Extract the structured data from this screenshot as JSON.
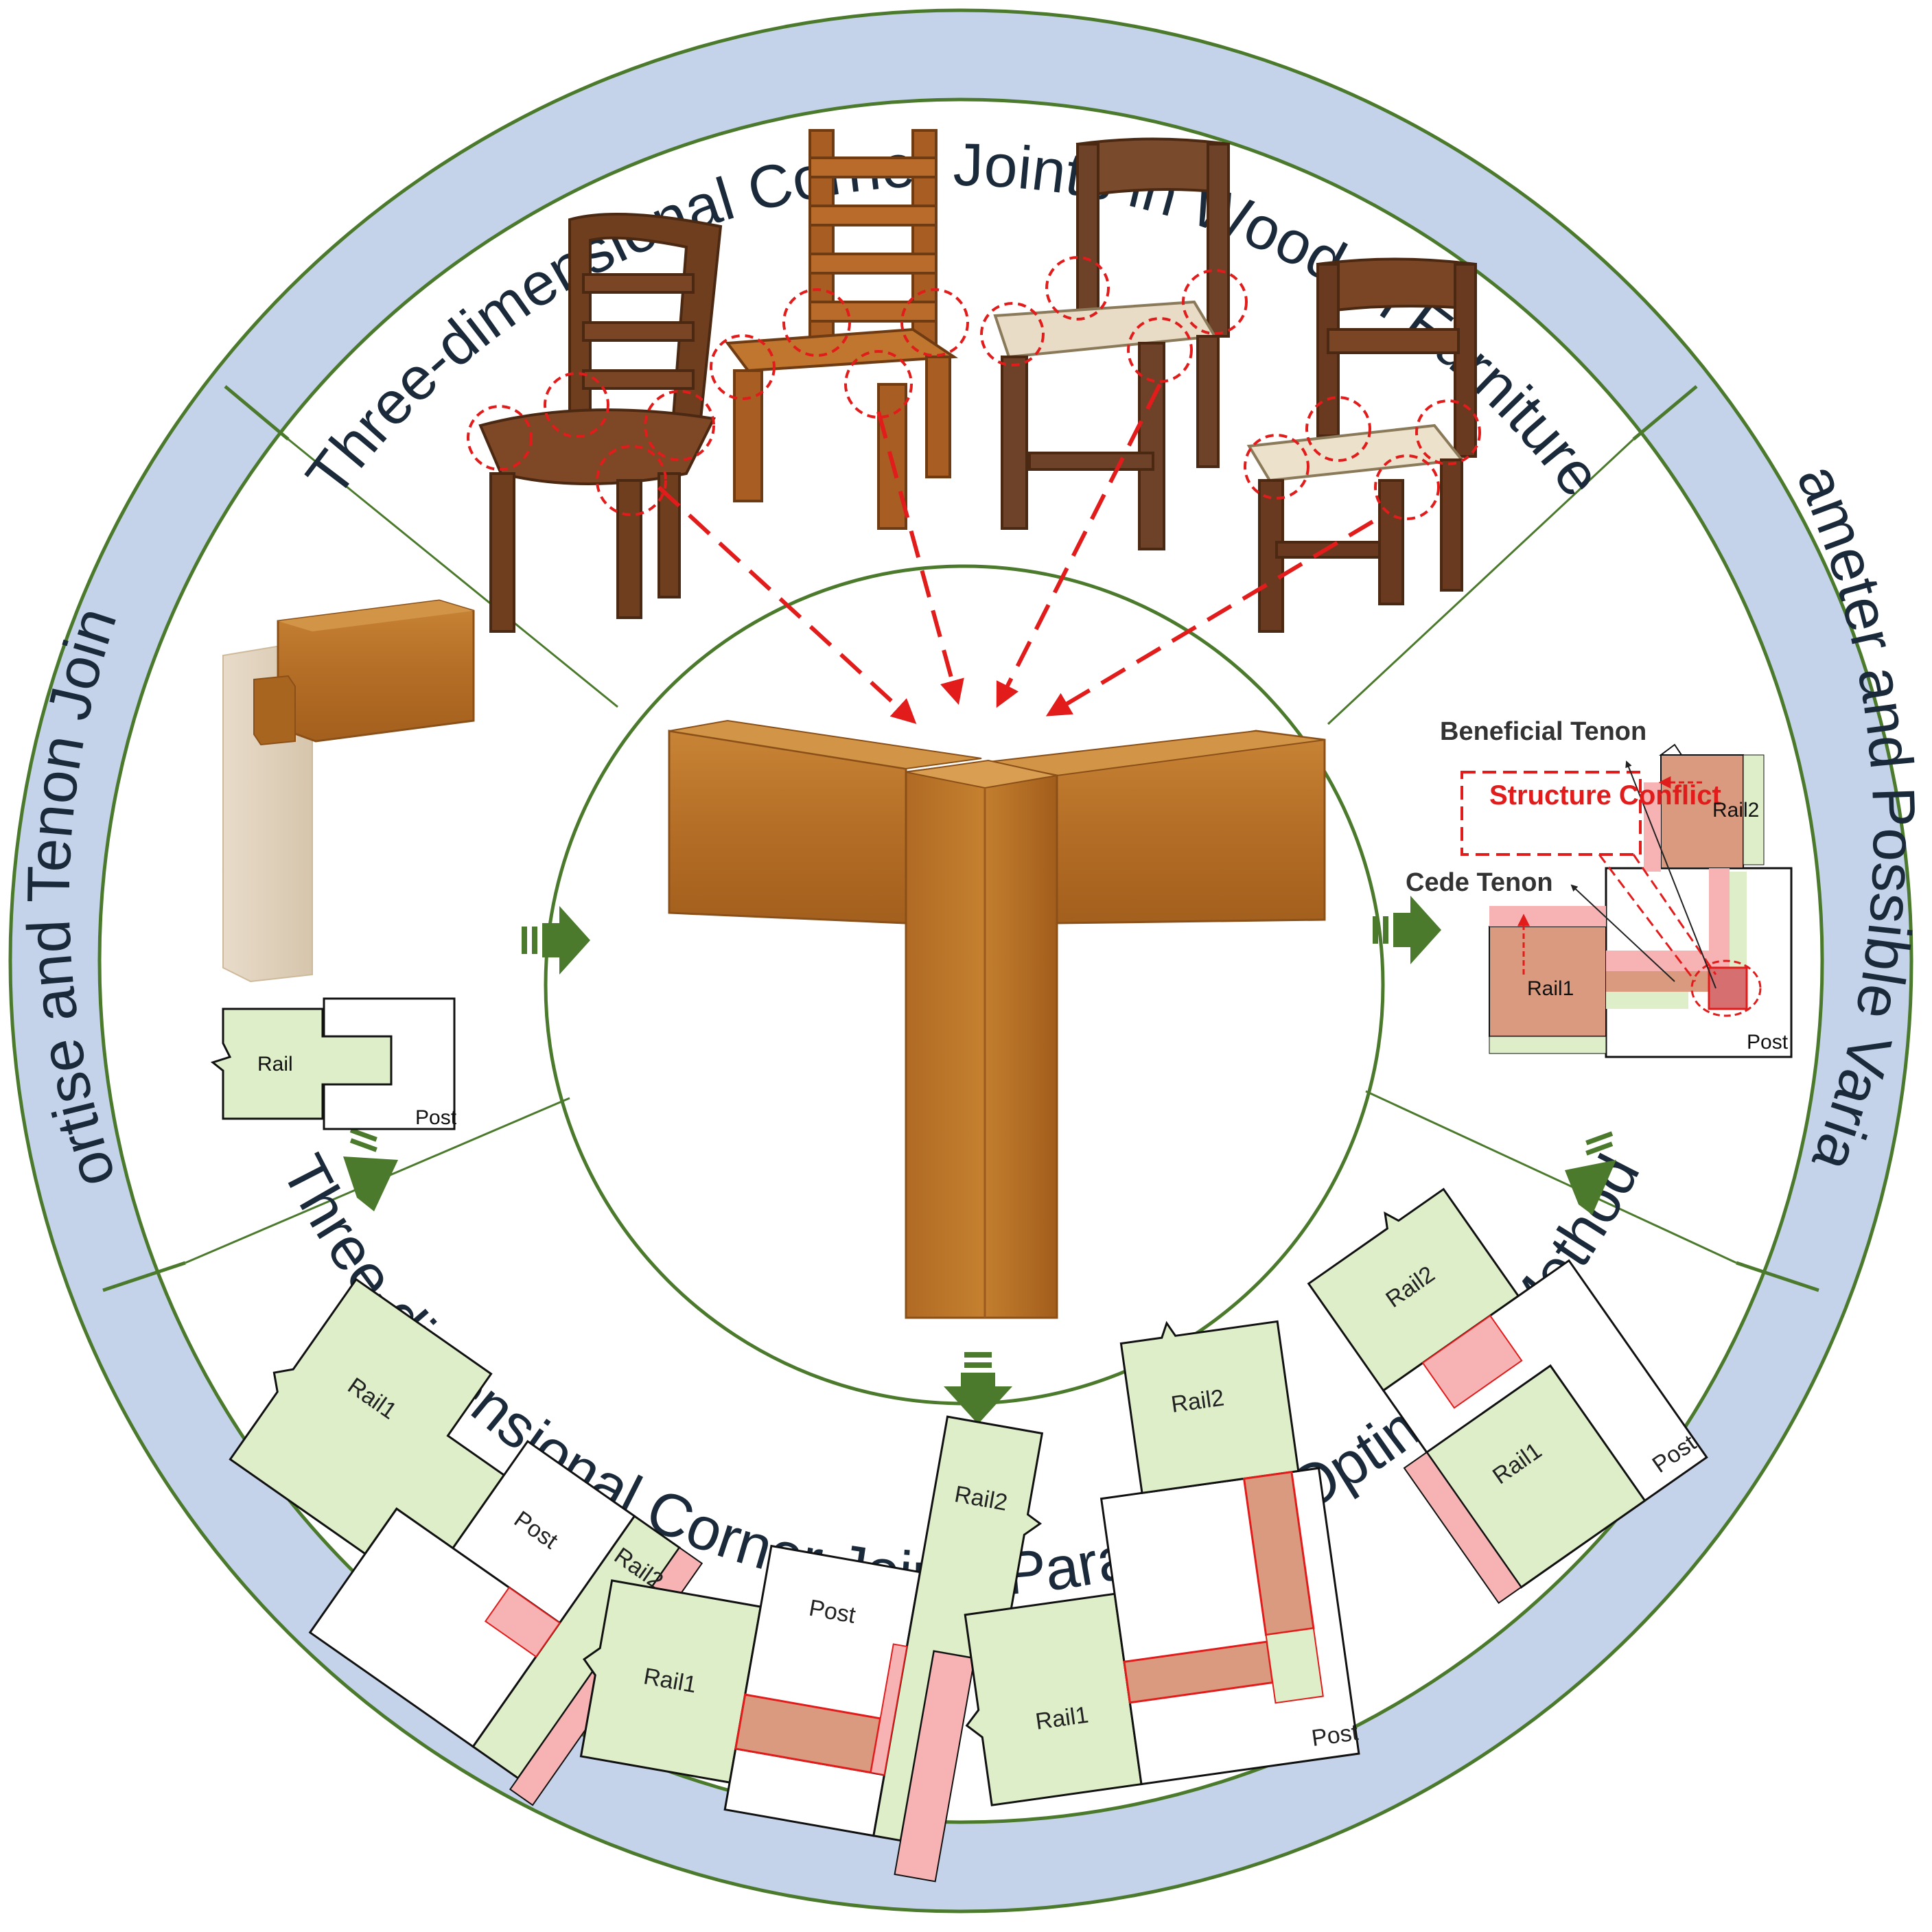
{
  "ring": {
    "top_title": "Three-dimensional Corner Joints in Wooden Furniture",
    "left_title": "Mortise and Tenon Joints",
    "right_title": "Parameter and Possible Variation",
    "bottom_title": "Three-dimensional Corner Joints Parametric Optimized Method"
  },
  "left_panel": {
    "rail_label": "Rail",
    "post_label": "Post"
  },
  "right_panel": {
    "beneficial_tenon": "Beneficial Tenon",
    "structure_conflict": "Structure Conflict",
    "cede_tenon": "Cede Tenon",
    "rail1_label": "Rail1",
    "rail2_label": "Rail2",
    "post_label": "Post"
  },
  "variant_a": {
    "rail1_label": "Rail1",
    "rail2_label": "Rail2",
    "post_label": "Post"
  },
  "variant_b": {
    "rail1_label": "Rail1",
    "rail2_label": "Rail2",
    "post_label": "Post"
  },
  "variant_c": {
    "rail1_label": "Rail1",
    "rail2_label": "Rail2",
    "post_label": "Post"
  },
  "variant_d": {
    "rail1_label": "Rail1",
    "rail2_label": "Rail2",
    "post_label": "Post"
  },
  "colors": {
    "ring_band": "#c5d3ea",
    "ring_line": "#4b7a2c",
    "arrow_green": "#4b7a2c",
    "rail_green": "#ddeec9",
    "tenon_pink": "#f7b3b3",
    "tenon_brown": "#d99a7f",
    "conflict_red": "#e21b1b",
    "wood": "#b8732b"
  }
}
